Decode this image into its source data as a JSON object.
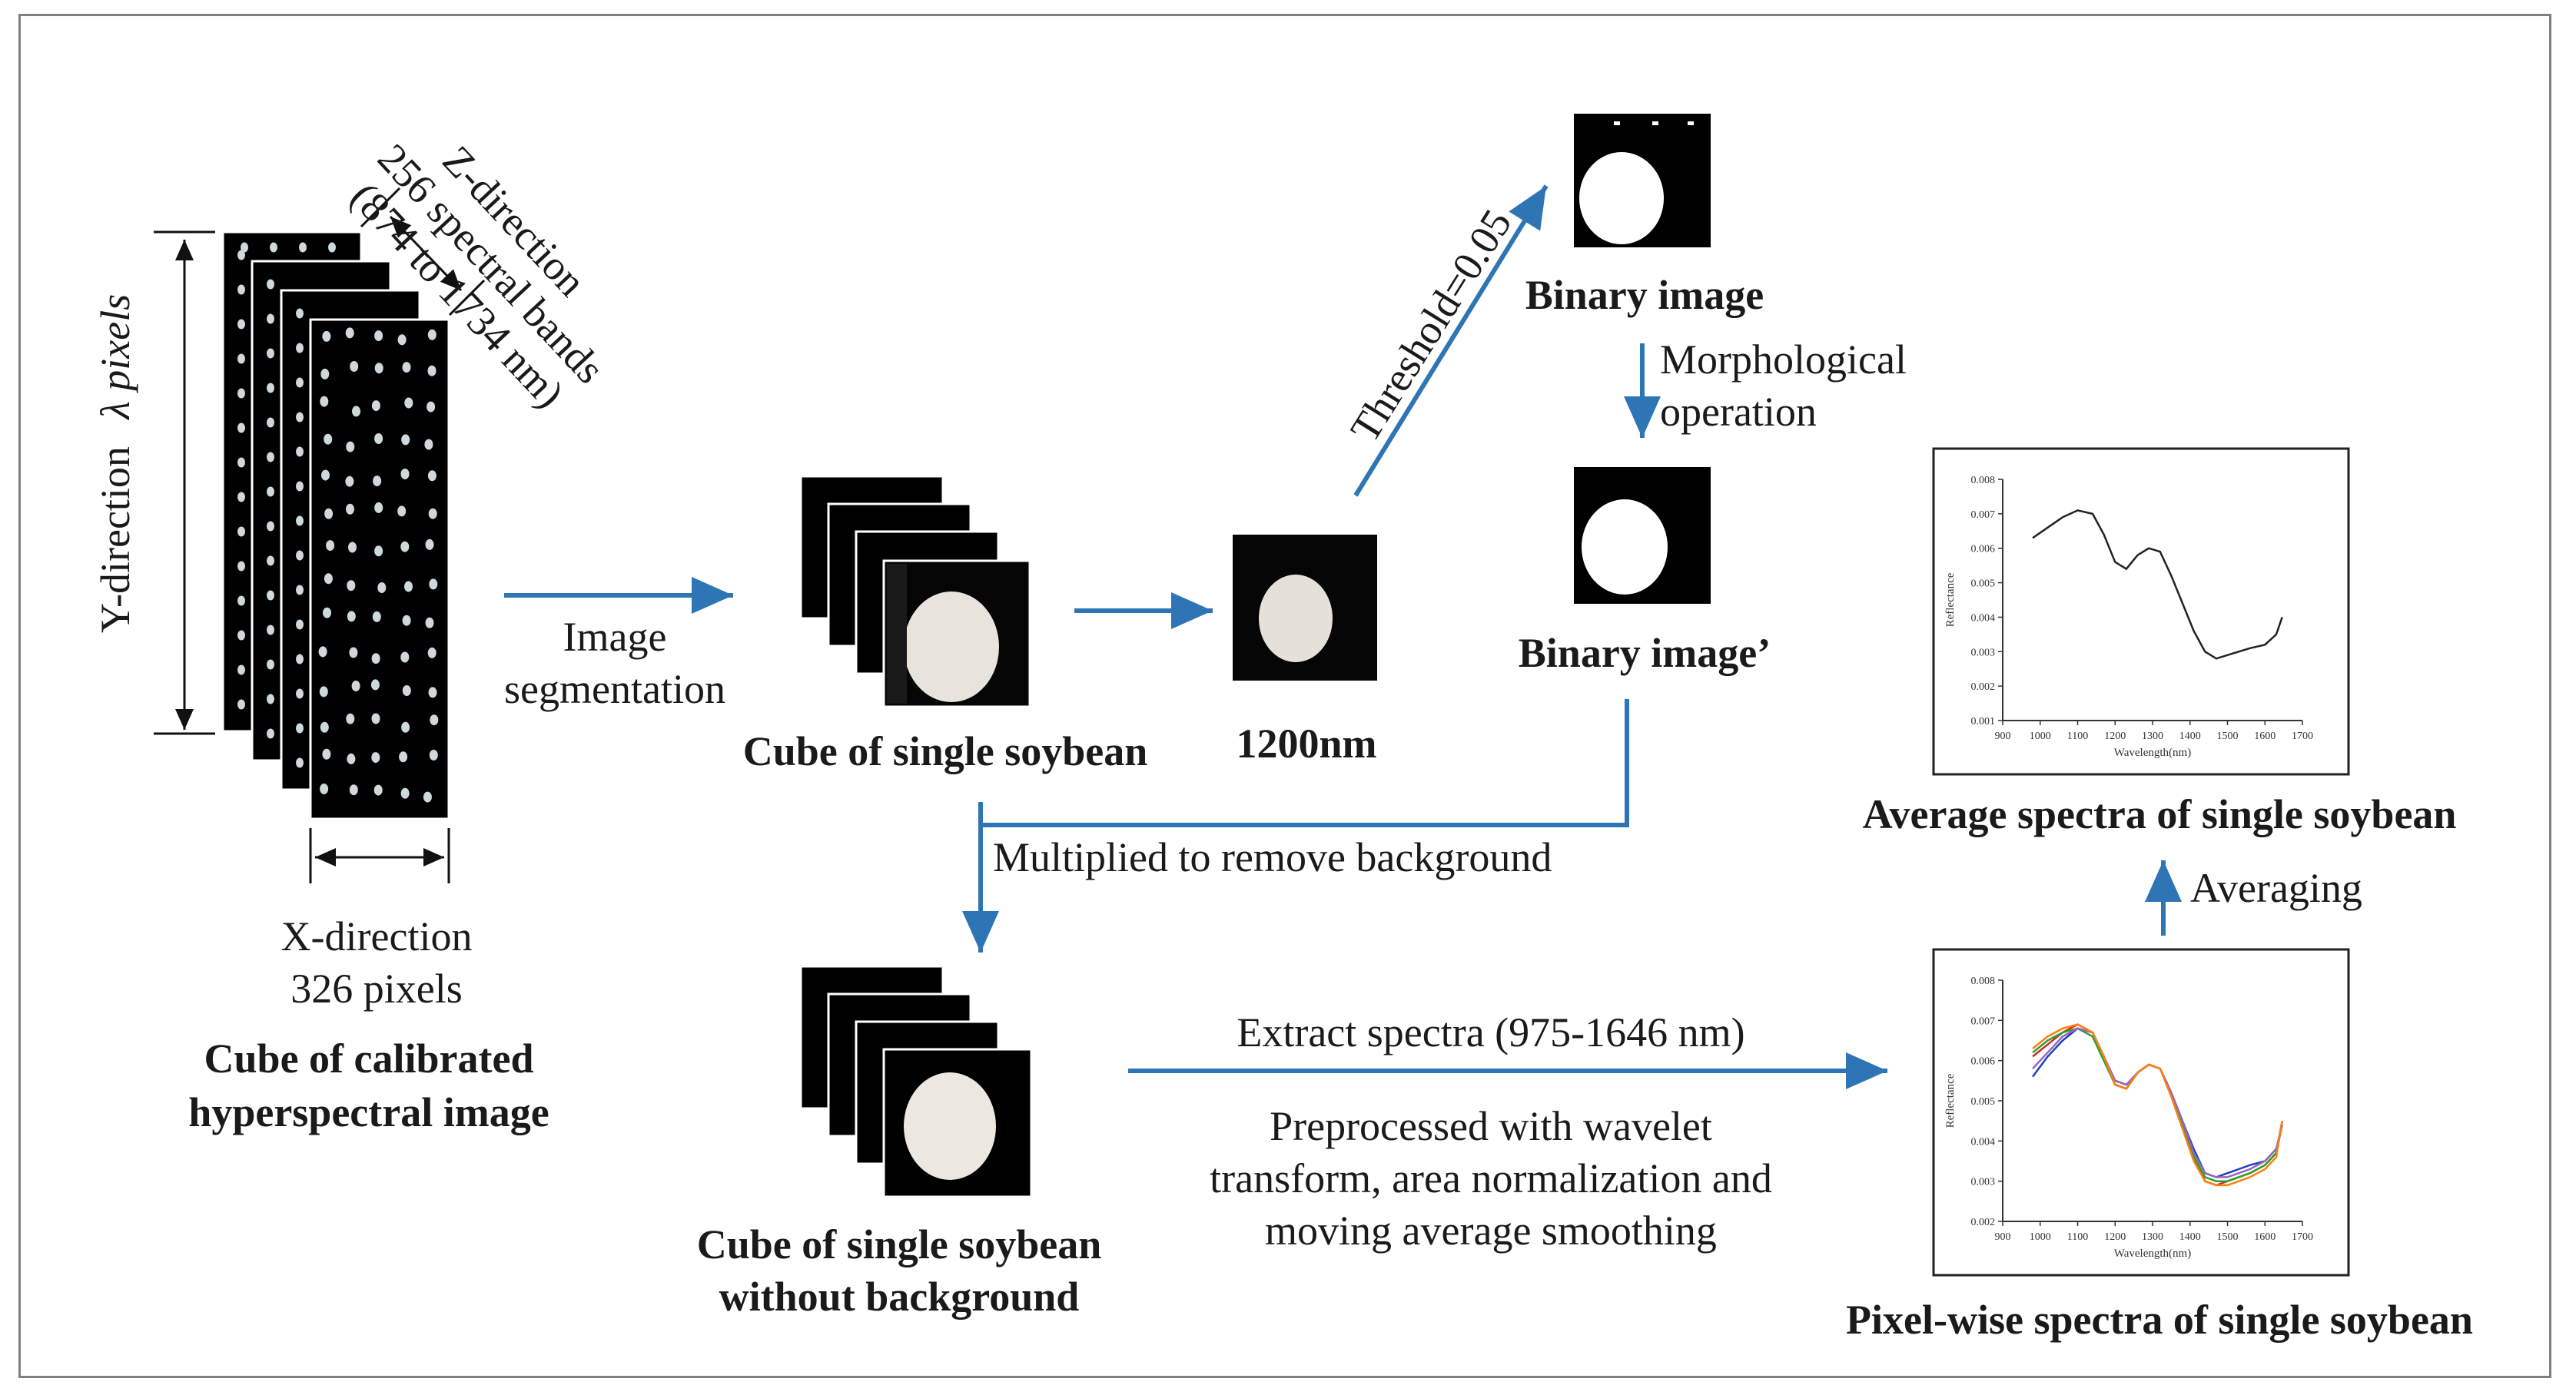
{
  "colors": {
    "arrow": "#2e75b6",
    "dimension_line": "#111111",
    "panel_bg": "#000000",
    "frame": "#7f7f7f"
  },
  "hypercube": {
    "z_direction": "Z-direction",
    "z_bands": "256 spectral bands",
    "z_range": "(874 to 1734 nm)",
    "y_direction": "Y-direction",
    "y_pixels": "λ pixels",
    "x_direction": "X-direction",
    "x_pixels": "326 pixels",
    "title_line1": "Cube of calibrated",
    "title_line2": "hyperspectral image"
  },
  "steps": {
    "segmentation_line1": "Image",
    "segmentation_line2": "segmentation",
    "single_cube": "Cube of single soybean",
    "band_image": "1200nm",
    "threshold": "Threshold=0.05",
    "binary_image": "Binary image",
    "morph_line1": "Morphological",
    "morph_line2": "operation",
    "binary_image_prime": "Binary image’",
    "multiplied": "Multiplied to remove background",
    "nobg_line1": "Cube of single soybean",
    "nobg_line2": "without background",
    "extract": "Extract spectra (975-1646 nm)",
    "preproc_line1": "Preprocessed with wavelet",
    "preproc_line2": "transform, area normalization and",
    "preproc_line3": "moving average smoothing",
    "pixelwise_title": "Pixel-wise spectra of single soybean",
    "averaging": "Averaging",
    "average_title": "Average spectra of single soybean"
  },
  "chart_data": [
    {
      "type": "line",
      "title": "Average spectra of single soybean",
      "xlabel": "Wavelength(nm)",
      "ylabel": "Reflectance",
      "xlim": [
        900,
        1700
      ],
      "ylim": [
        0.001,
        0.008
      ],
      "xticks": [
        "900",
        "1000",
        "1100",
        "1200",
        "1300",
        "1400",
        "1500",
        "1600",
        "1700"
      ],
      "yticks": [
        "0.001",
        "0.002",
        "0.003",
        "0.004",
        "0.005",
        "0.006",
        "0.007",
        "0.008"
      ],
      "series": [
        {
          "x": [
            980,
            1020,
            1060,
            1100,
            1140,
            1170,
            1200,
            1230,
            1260,
            1290,
            1320,
            1350,
            1380,
            1410,
            1440,
            1470,
            1500,
            1530,
            1560,
            1600,
            1630,
            1646
          ],
          "values": [
            0.0063,
            0.0066,
            0.0069,
            0.0071,
            0.007,
            0.0064,
            0.0056,
            0.0054,
            0.0058,
            0.006,
            0.0059,
            0.0052,
            0.0044,
            0.0036,
            0.003,
            0.0028,
            0.0029,
            0.003,
            0.0031,
            0.0032,
            0.0035,
            0.004
          ]
        }
      ]
    },
    {
      "type": "line",
      "title": "Pixel-wise spectra of single soybean",
      "xlabel": "Wavelength(nm)",
      "ylabel": "Reflectance",
      "xlim": [
        900,
        1700
      ],
      "ylim": [
        0.002,
        0.008
      ],
      "xticks": [
        "900",
        "1000",
        "1100",
        "1200",
        "1300",
        "1400",
        "1500",
        "1600",
        "1700"
      ],
      "yticks": [
        "0.002",
        "0.003",
        "0.004",
        "0.005",
        "0.006",
        "0.007",
        "0.008"
      ],
      "series": [
        {
          "color": "#d62728",
          "x": [
            980,
            1020,
            1060,
            1100,
            1140,
            1170,
            1200,
            1230,
            1260,
            1290,
            1320,
            1350,
            1380,
            1410,
            1440,
            1470,
            1500,
            1530,
            1560,
            1600,
            1630,
            1646
          ],
          "values": [
            0.0061,
            0.0064,
            0.0067,
            0.0069,
            0.0067,
            0.0061,
            0.0054,
            0.0053,
            0.0057,
            0.0059,
            0.0058,
            0.0052,
            0.0044,
            0.0036,
            0.003,
            0.0029,
            0.003,
            0.0031,
            0.0032,
            0.0034,
            0.0037,
            0.0045
          ]
        },
        {
          "color": "#1f3fbf",
          "x": [
            980,
            1020,
            1060,
            1100,
            1140,
            1170,
            1200,
            1230,
            1260,
            1290,
            1320,
            1350,
            1380,
            1410,
            1440,
            1470,
            1500,
            1530,
            1560,
            1600,
            1630,
            1646
          ],
          "values": [
            0.0056,
            0.0061,
            0.0065,
            0.0068,
            0.0067,
            0.0061,
            0.0055,
            0.0054,
            0.0057,
            0.0059,
            0.0058,
            0.0052,
            0.0045,
            0.0038,
            0.0032,
            0.0031,
            0.0032,
            0.0033,
            0.0034,
            0.0035,
            0.0038,
            0.0044
          ]
        },
        {
          "color": "#2ca02c",
          "x": [
            980,
            1020,
            1060,
            1100,
            1140,
            1170,
            1200,
            1230,
            1260,
            1290,
            1320,
            1350,
            1380,
            1410,
            1440,
            1470,
            1500,
            1530,
            1560,
            1600,
            1630,
            1646
          ],
          "values": [
            0.0062,
            0.0065,
            0.0067,
            0.0068,
            0.0066,
            0.006,
            0.0054,
            0.0053,
            0.0057,
            0.0059,
            0.0058,
            0.0052,
            0.0044,
            0.0036,
            0.0031,
            0.003,
            0.003,
            0.0031,
            0.0032,
            0.0034,
            0.0037,
            0.0044
          ]
        },
        {
          "color": "#9467bd",
          "x": [
            980,
            1020,
            1060,
            1100,
            1140,
            1170,
            1200,
            1230,
            1260,
            1290,
            1320,
            1350,
            1380,
            1410,
            1440,
            1470,
            1500,
            1530,
            1560,
            1600,
            1630,
            1646
          ],
          "values": [
            0.0058,
            0.0062,
            0.0066,
            0.0068,
            0.0067,
            0.0061,
            0.0055,
            0.0054,
            0.0057,
            0.0059,
            0.0058,
            0.0052,
            0.0045,
            0.0037,
            0.0032,
            0.0031,
            0.0031,
            0.0032,
            0.0033,
            0.0035,
            0.0038,
            0.0044
          ]
        },
        {
          "color": "#ff7f0e",
          "x": [
            980,
            1020,
            1060,
            1100,
            1140,
            1170,
            1200,
            1230,
            1260,
            1290,
            1320,
            1350,
            1380,
            1410,
            1440,
            1470,
            1500,
            1530,
            1560,
            1600,
            1630,
            1646
          ],
          "values": [
            0.0063,
            0.0066,
            0.0068,
            0.0069,
            0.0067,
            0.0061,
            0.0054,
            0.0053,
            0.0057,
            0.0059,
            0.0058,
            0.0051,
            0.0043,
            0.0035,
            0.003,
            0.0029,
            0.0029,
            0.003,
            0.0031,
            0.0033,
            0.0036,
            0.0045
          ]
        }
      ]
    }
  ]
}
